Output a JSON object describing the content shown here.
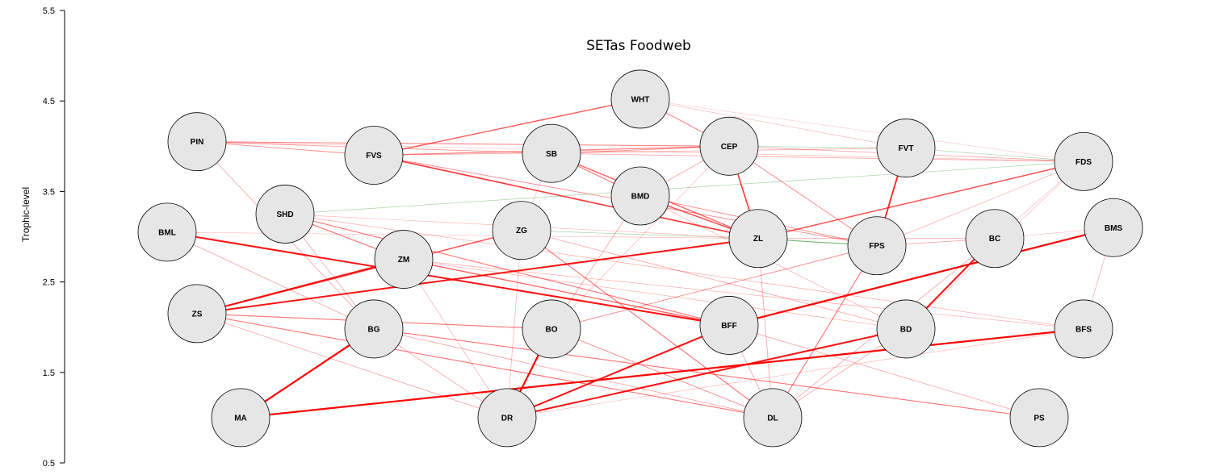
{
  "title": "SETas Foodweb",
  "ylabel": "Trophic-level",
  "yticks": [
    "0.5",
    "1.5",
    "2.5",
    "3.5",
    "4.5",
    "5.5"
  ],
  "colors": {
    "negative": "#ff0000",
    "positive": "#008000",
    "node_fill": "#e6e6e6"
  },
  "nodes": [
    {
      "id": "WHT",
      "trophic_level": 4.52
    },
    {
      "id": "PIN",
      "trophic_level": 4.05
    },
    {
      "id": "FVS",
      "trophic_level": 3.9
    },
    {
      "id": "SB",
      "trophic_level": 3.92
    },
    {
      "id": "CEP",
      "trophic_level": 4.0
    },
    {
      "id": "FVT",
      "trophic_level": 3.98
    },
    {
      "id": "FDS",
      "trophic_level": 3.83
    },
    {
      "id": "BMD",
      "trophic_level": 3.45
    },
    {
      "id": "SHD",
      "trophic_level": 3.25
    },
    {
      "id": "BML",
      "trophic_level": 3.05
    },
    {
      "id": "ZG",
      "trophic_level": 3.07
    },
    {
      "id": "ZL",
      "trophic_level": 2.98
    },
    {
      "id": "FPS",
      "trophic_level": 2.9
    },
    {
      "id": "BC",
      "trophic_level": 2.98
    },
    {
      "id": "BMS",
      "trophic_level": 3.1
    },
    {
      "id": "ZM",
      "trophic_level": 2.75
    },
    {
      "id": "ZS",
      "trophic_level": 2.15
    },
    {
      "id": "BG",
      "trophic_level": 1.98
    },
    {
      "id": "BO",
      "trophic_level": 1.98
    },
    {
      "id": "BFF",
      "trophic_level": 2.02
    },
    {
      "id": "BD",
      "trophic_level": 1.98
    },
    {
      "id": "BFS",
      "trophic_level": 1.98
    },
    {
      "id": "MA",
      "trophic_level": 1.0
    },
    {
      "id": "DR",
      "trophic_level": 1.0
    },
    {
      "id": "DL",
      "trophic_level": 1.0
    },
    {
      "id": "PS",
      "trophic_level": 1.0
    }
  ],
  "links": [
    {
      "source": "FVS",
      "target": "WHT",
      "sign": "negative",
      "strength": 0.55
    },
    {
      "source": "CEP",
      "target": "WHT",
      "sign": "negative",
      "strength": 0.35
    },
    {
      "source": "FVT",
      "target": "WHT",
      "sign": "negative",
      "strength": 0.1
    },
    {
      "source": "FDS",
      "target": "WHT",
      "sign": "negative",
      "strength": 0.05
    },
    {
      "source": "PIN",
      "target": "FVS",
      "sign": "negative",
      "strength": 0.3
    },
    {
      "source": "PIN",
      "target": "SB",
      "sign": "negative",
      "strength": 0.25
    },
    {
      "source": "PIN",
      "target": "CEP",
      "sign": "negative",
      "strength": 0.35
    },
    {
      "source": "PIN",
      "target": "FDS",
      "sign": "negative",
      "strength": 0.1
    },
    {
      "source": "PIN",
      "target": "BG",
      "sign": "negative",
      "strength": 0.2
    },
    {
      "source": "FVS",
      "target": "CEP",
      "sign": "negative",
      "strength": 0.4
    },
    {
      "source": "FVS",
      "target": "FVT",
      "sign": "negative",
      "strength": 0.2
    },
    {
      "source": "FVS",
      "target": "ZL",
      "sign": "negative",
      "strength": 0.7
    },
    {
      "source": "FVS",
      "target": "FPS",
      "sign": "negative",
      "strength": 0.3
    },
    {
      "source": "SB",
      "target": "CEP",
      "sign": "negative",
      "strength": 0.3
    },
    {
      "source": "SB",
      "target": "FDS",
      "sign": "negative",
      "strength": 0.2
    },
    {
      "source": "SB",
      "target": "BMD",
      "sign": "negative",
      "strength": 0.4
    },
    {
      "source": "SB",
      "target": "ZL",
      "sign": "negative",
      "strength": 0.5
    },
    {
      "source": "SB",
      "target": "ZG",
      "sign": "negative",
      "strength": 0.1
    },
    {
      "source": "CEP",
      "target": "FVT",
      "sign": "positive",
      "strength": 0.15
    },
    {
      "source": "CEP",
      "target": "FDS",
      "sign": "negative",
      "strength": 0.2
    },
    {
      "source": "CEP",
      "target": "ZL",
      "sign": "negative",
      "strength": 0.7
    },
    {
      "source": "CEP",
      "target": "FPS",
      "sign": "negative",
      "strength": 0.3
    },
    {
      "source": "CEP",
      "target": "BMD",
      "sign": "negative",
      "strength": 0.2
    },
    {
      "source": "CEP",
      "target": "BO",
      "sign": "negative",
      "strength": 0.1
    },
    {
      "source": "FVT",
      "target": "FDS",
      "sign": "positive",
      "strength": 0.15
    },
    {
      "source": "FVT",
      "target": "FPS",
      "sign": "negative",
      "strength": 0.8
    },
    {
      "source": "FDS",
      "target": "ZL",
      "sign": "negative",
      "strength": 0.6
    },
    {
      "source": "FDS",
      "target": "FPS",
      "sign": "negative",
      "strength": 0.15
    },
    {
      "source": "FDS",
      "target": "BC",
      "sign": "negative",
      "strength": 0.1
    },
    {
      "source": "FDS",
      "target": "BD",
      "sign": "negative",
      "strength": 0.1
    },
    {
      "source": "SHD",
      "target": "FDS",
      "sign": "positive",
      "strength": 0.15
    },
    {
      "source": "SHD",
      "target": "ZM",
      "sign": "negative",
      "strength": 0.4
    },
    {
      "source": "SHD",
      "target": "BFF",
      "sign": "negative",
      "strength": 0.4
    },
    {
      "source": "SHD",
      "target": "BG",
      "sign": "negative",
      "strength": 0.2
    },
    {
      "source": "SHD",
      "target": "BFS",
      "sign": "negative",
      "strength": 0.15
    },
    {
      "source": "SHD",
      "target": "ZL",
      "sign": "negative",
      "strength": 0.1
    },
    {
      "source": "BMD",
      "target": "ZL",
      "sign": "negative",
      "strength": 0.6
    },
    {
      "source": "BMD",
      "target": "FPS",
      "sign": "negative",
      "strength": 0.3
    },
    {
      "source": "BMD",
      "target": "BO",
      "sign": "negative",
      "strength": 0.2
    },
    {
      "source": "BMD",
      "target": "BD",
      "sign": "negative",
      "strength": 0.15
    },
    {
      "source": "BML",
      "target": "BFF",
      "sign": "negative",
      "strength": 0.9
    },
    {
      "source": "BML",
      "target": "BG",
      "sign": "negative",
      "strength": 0.2
    },
    {
      "source": "BML",
      "target": "ZL",
      "sign": "negative",
      "strength": 0.1
    },
    {
      "source": "ZG",
      "target": "ZS",
      "sign": "negative",
      "strength": 0.6
    },
    {
      "source": "ZG",
      "target": "DL",
      "sign": "negative",
      "strength": 0.4
    },
    {
      "source": "ZG",
      "target": "DR",
      "sign": "negative",
      "strength": 0.15
    },
    {
      "source": "ZG",
      "target": "ZL",
      "sign": "positive",
      "strength": 0.15
    },
    {
      "source": "ZG",
      "target": "BD",
      "sign": "negative",
      "strength": 0.2
    },
    {
      "source": "ZL",
      "target": "ZS",
      "sign": "negative",
      "strength": 0.9
    },
    {
      "source": "ZL",
      "target": "FPS",
      "sign": "positive",
      "strength": 0.4
    },
    {
      "source": "ZL",
      "target": "DL",
      "sign": "negative",
      "strength": 0.2
    },
    {
      "source": "ZL",
      "target": "BC",
      "sign": "negative",
      "strength": 0.2
    },
    {
      "source": "FPS",
      "target": "DL",
      "sign": "negative",
      "strength": 0.4
    },
    {
      "source": "FPS",
      "target": "BO",
      "sign": "negative",
      "strength": 0.3
    },
    {
      "source": "FPS",
      "target": "BC",
      "sign": "negative",
      "strength": 0.2
    },
    {
      "source": "BC",
      "target": "BD",
      "sign": "negative",
      "strength": 0.9
    },
    {
      "source": "BC",
      "target": "DL",
      "sign": "negative",
      "strength": 0.2
    },
    {
      "source": "BC",
      "target": "BMS",
      "sign": "negative",
      "strength": 0.1
    },
    {
      "source": "BMS",
      "target": "BFF",
      "sign": "negative",
      "strength": 1.0
    },
    {
      "source": "BMS",
      "target": "BFS",
      "sign": "negative",
      "strength": 0.15
    },
    {
      "source": "ZM",
      "target": "BFF",
      "sign": "negative",
      "strength": 0.5
    },
    {
      "source": "ZM",
      "target": "BFS",
      "sign": "negative",
      "strength": 0.15
    },
    {
      "source": "ZM",
      "target": "DR",
      "sign": "negative",
      "strength": 0.15
    },
    {
      "source": "ZM",
      "target": "BD",
      "sign": "negative",
      "strength": 0.15
    },
    {
      "source": "ZS",
      "target": "BO",
      "sign": "negative",
      "strength": 0.4
    },
    {
      "source": "ZS",
      "target": "DL",
      "sign": "negative",
      "strength": 0.4
    },
    {
      "source": "ZS",
      "target": "DR",
      "sign": "negative",
      "strength": 0.2
    },
    {
      "source": "ZS",
      "target": "ZM",
      "sign": "negative",
      "strength": 0.9
    },
    {
      "source": "BG",
      "target": "MA",
      "sign": "negative",
      "strength": 1.0
    },
    {
      "source": "BG",
      "target": "PS",
      "sign": "negative",
      "strength": 0.4
    },
    {
      "source": "BG",
      "target": "DR",
      "sign": "negative",
      "strength": 0.2
    },
    {
      "source": "BG",
      "target": "DL",
      "sign": "negative",
      "strength": 0.2
    },
    {
      "source": "BO",
      "target": "DR",
      "sign": "negative",
      "strength": 1.0
    },
    {
      "source": "BO",
      "target": "DL",
      "sign": "negative",
      "strength": 0.3
    },
    {
      "source": "BFF",
      "target": "DR",
      "sign": "negative",
      "strength": 0.9
    },
    {
      "source": "BFF",
      "target": "DL",
      "sign": "negative",
      "strength": 0.2
    },
    {
      "source": "BFF",
      "target": "PS",
      "sign": "negative",
      "strength": 0.2
    },
    {
      "source": "BD",
      "target": "DR",
      "sign": "negative",
      "strength": 0.9
    },
    {
      "source": "BD",
      "target": "DL",
      "sign": "negative",
      "strength": 0.2
    },
    {
      "source": "BFS",
      "target": "MA",
      "sign": "negative",
      "strength": 1.0
    },
    {
      "source": "BFS",
      "target": "DR",
      "sign": "negative",
      "strength": 0.1
    }
  ]
}
